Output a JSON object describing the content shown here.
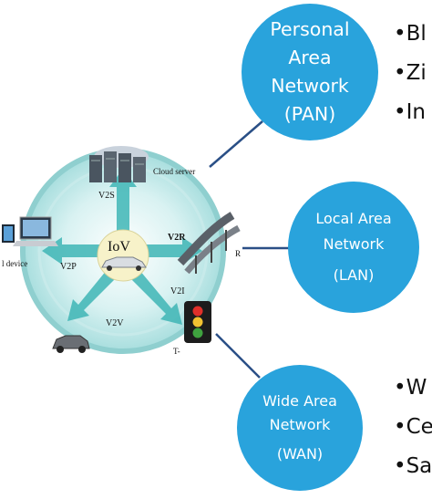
{
  "diagram": {
    "hub": {
      "label": "IoV"
    },
    "links": [
      {
        "id": "v2s",
        "label": "V2S"
      },
      {
        "id": "v2r",
        "label": "V2R"
      },
      {
        "id": "v2i",
        "label": "V2I"
      },
      {
        "id": "v2v",
        "label": "V2V"
      },
      {
        "id": "v2p",
        "label": "V2P"
      }
    ],
    "nodes": {
      "cloud": "Cloud server",
      "device": "l device",
      "road": "R",
      "traffic": "T-"
    }
  },
  "networks": {
    "pan": {
      "line1": "Personal",
      "line2": "Area",
      "line3": "Network",
      "line4": "(PAN)"
    },
    "lan": {
      "line1": "Local Area",
      "line2": "Network",
      "line3": "(LAN)"
    },
    "wan": {
      "line1": "Wide Area",
      "line2": "Network",
      "line3": "(WAN)"
    }
  },
  "pan_bullets": [
    "Bl",
    "Zi",
    "In"
  ],
  "wan_bullets": [
    "W",
    "Ce",
    "Sa"
  ],
  "colors": {
    "bubble": "#29a3dc",
    "ring": "#b5e3e3",
    "connector": "#2a4f86",
    "arrow": "#3fb6b6"
  }
}
